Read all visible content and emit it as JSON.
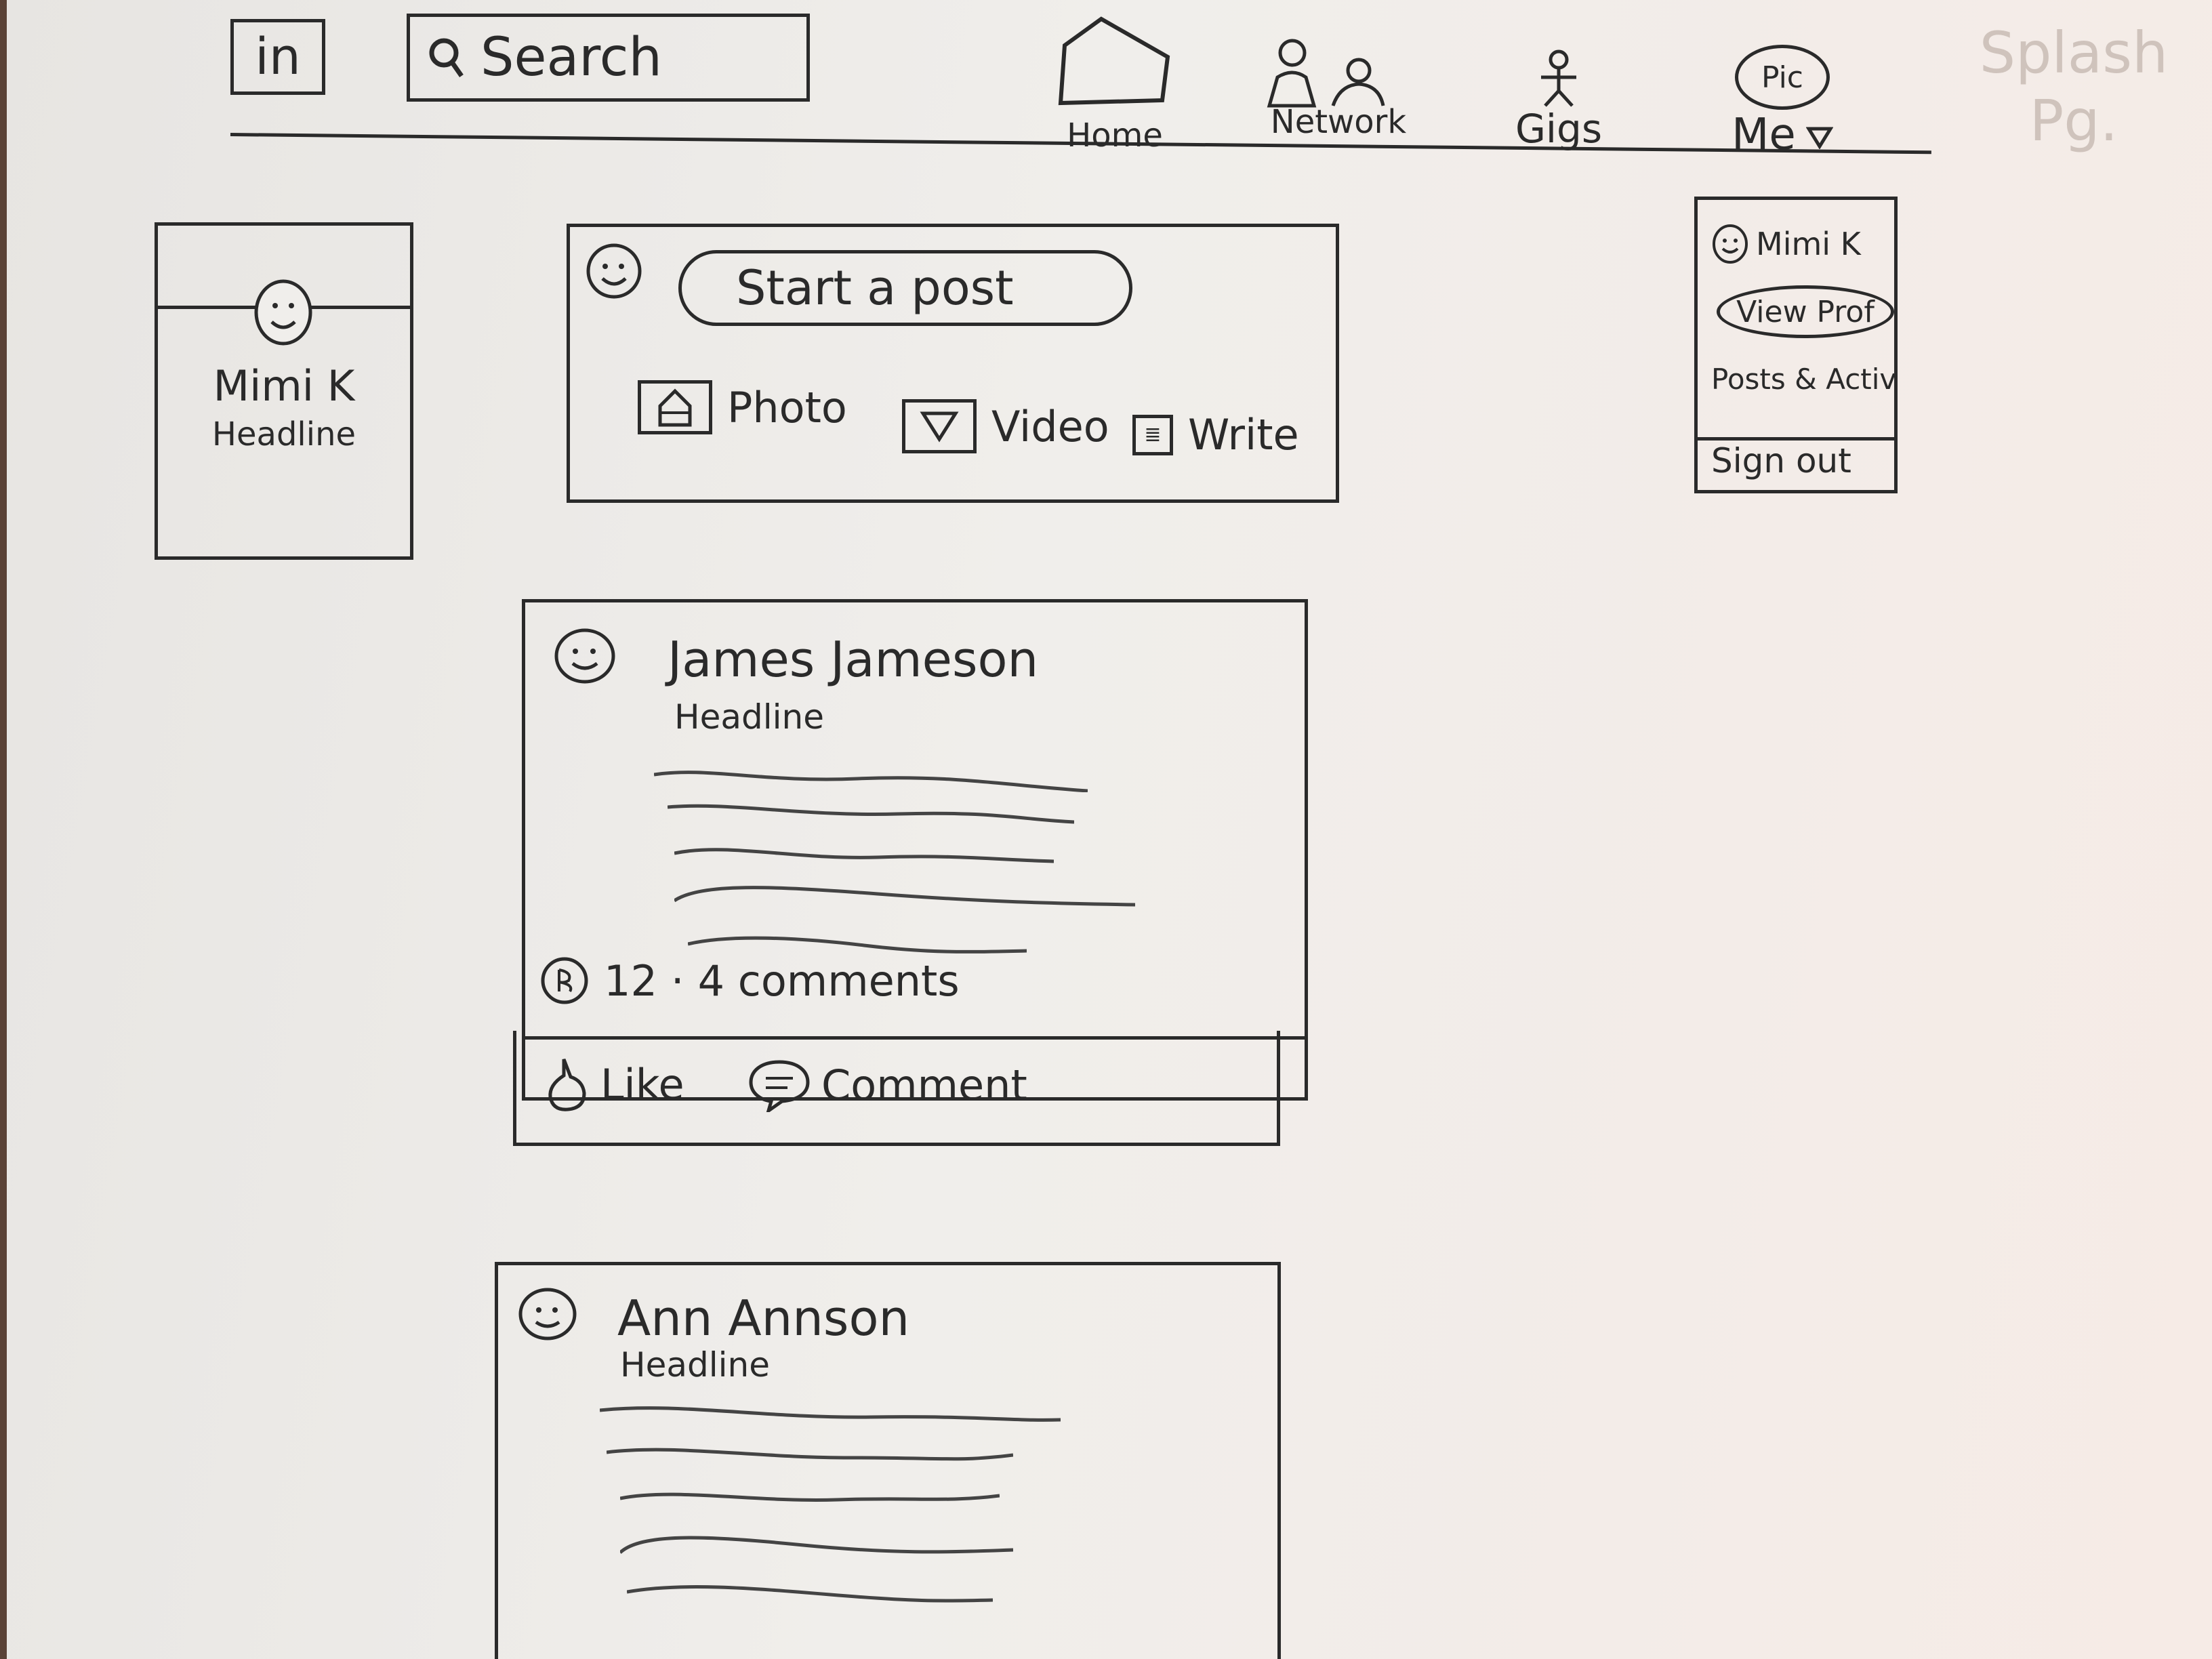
{
  "nav": {
    "logo": "in",
    "search_label": "Search",
    "items": [
      {
        "label": "Home",
        "icon": "home-icon"
      },
      {
        "label": "Network",
        "icon": "network-icon"
      },
      {
        "label": "Gigs",
        "icon": "gigs-icon"
      }
    ],
    "me": {
      "pic_label": "Pic",
      "label": "Me"
    }
  },
  "annotation": {
    "line1": "Splash",
    "line2": "Pg."
  },
  "profile": {
    "name": "Mimi K",
    "headline": "Headline"
  },
  "composer": {
    "placeholder": "Start a post",
    "actions": {
      "photo": "Photo",
      "video": "Video",
      "write": "Write"
    }
  },
  "me_menu": {
    "name": "Mimi K",
    "view_profile": "View Prof",
    "posts_activity": "Posts & Activity",
    "sign_out": "Sign out"
  },
  "posts": [
    {
      "author": "James Jameson",
      "headline": "Headline",
      "likes": "12",
      "separator": "·",
      "comments": "4 comments",
      "actions": {
        "like": "Like",
        "comment": "Comment"
      }
    },
    {
      "author": "Ann Annson",
      "headline": "Headline"
    }
  ],
  "colors": {
    "ink": "#2a2a2a",
    "paper": "#f0eeeb",
    "faint_pencil": "#cfc3bc"
  }
}
